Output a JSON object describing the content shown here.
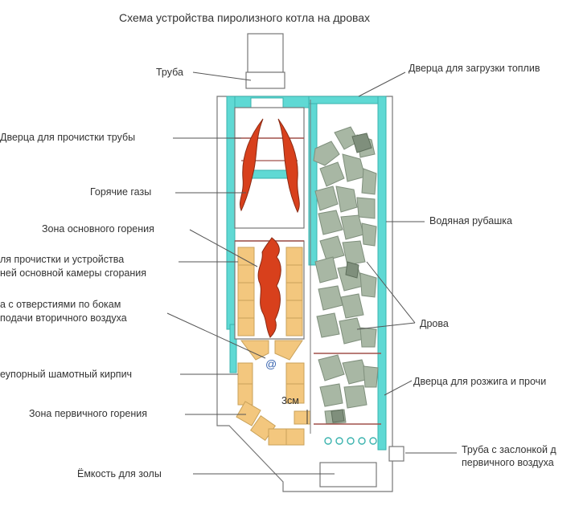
{
  "title": "Схема устройства пиролизного котла на дровах",
  "labels": {
    "pipe": "Труба",
    "pipe_cleaning_door": "Дверца для прочистки трубы",
    "hot_gases": "Горячие газы",
    "main_combustion_zone": "Зона основного горения",
    "main_chamber_door_1": "ля прочистки и устройства",
    "main_chamber_door_2": "ней основной камеры сгорания",
    "nozzle_1": "а с отверстиями по бокам",
    "nozzle_2": "подачи вторичного воздуха",
    "firebrick": "еупорный шамотный кирпич",
    "primary_combustion_zone": "Зона первичного горения",
    "ash_container": "Ёмкость для золы",
    "fuel_loading_door": "Дверца для загрузки топлив",
    "water_jacket": "Водяная рубашка",
    "firewood": "Дрова",
    "ignition_door": "Дверца для розжига и прочи",
    "damper_pipe_1": "Труба с заслонкой д",
    "damper_pipe_2": "первичного воздуха",
    "gap_3cm": "3см"
  },
  "colors": {
    "water_jacket": "#5fd9d4",
    "brick": "#f3c77e",
    "brick_stroke": "#c9a25a",
    "flame": "#d8401c",
    "wood": "#a8b7a4",
    "wood_dark": "#7f8f7c",
    "door_line": "#a0504a",
    "outline": "#777777",
    "leader": "#555555"
  }
}
